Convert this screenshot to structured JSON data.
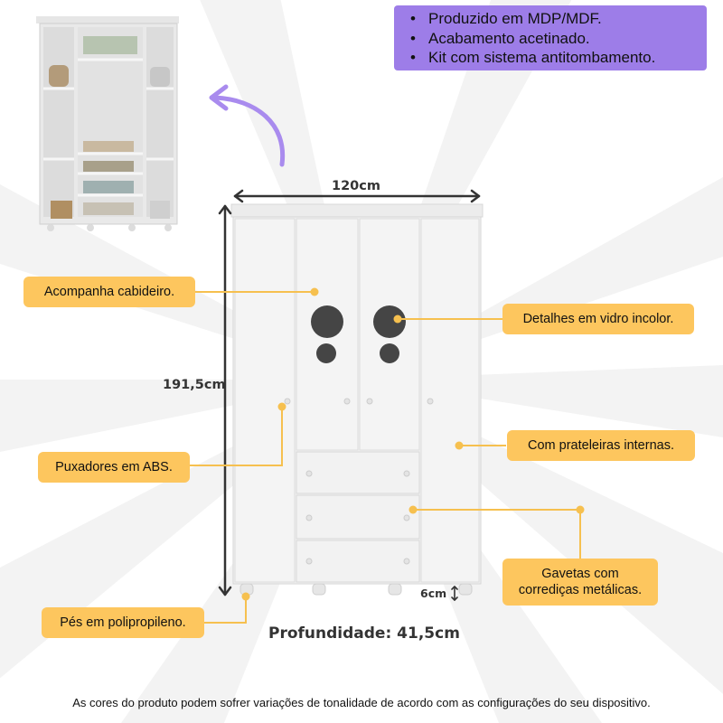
{
  "features": [
    "Produzido em MDP/MDF.",
    "Acabamento acetinado.",
    "Kit com sistema antitombamento."
  ],
  "dimensions": {
    "width": "120cm",
    "height": "191,5cm",
    "feet": "6cm",
    "depth": "Profundidade: 41,5cm"
  },
  "callouts": {
    "hanger": "Acompanha cabideiro.",
    "glass": "Detalhes em vidro incolor.",
    "shelves": "Com prateleiras internas.",
    "handles": "Puxadores em ABS.",
    "drawers_line1": "Gavetas com",
    "drawers_line2": "corrediças metálicas.",
    "feet": "Pés em polipropileno."
  },
  "footnote": "As cores do produto podem sofrer variações de tonalidade de acordo com as configurações do seu dispositivo.",
  "colors": {
    "accent_purple": "#9d7de8",
    "callout_yellow": "#fdc65e",
    "line_yellow": "#f6c04f",
    "dimension_line": "#333333",
    "furniture": "#f1f1f1"
  }
}
